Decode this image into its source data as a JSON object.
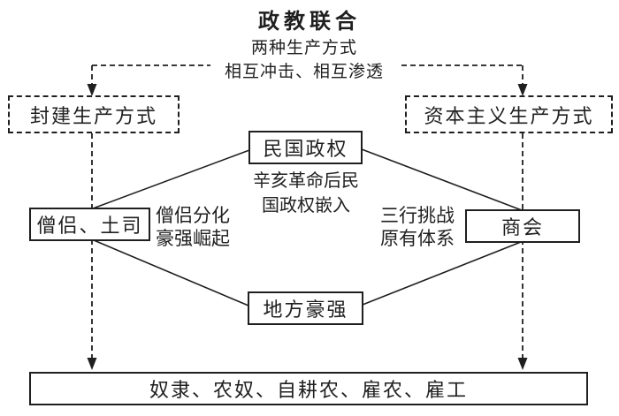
{
  "title": "政教联合",
  "top_note": {
    "line1": "两种生产方式",
    "line2": "相互冲击、相互渗透"
  },
  "nodes": {
    "feudal": {
      "label": "封建生产方式"
    },
    "capitalist": {
      "label": "资本主义生产方式"
    },
    "regime": {
      "label": "民国政权"
    },
    "monks_tusi": {
      "label": "僧侣、土司"
    },
    "chamber": {
      "label": "商会"
    },
    "local_magnates": {
      "label": "地方豪强"
    },
    "social_classes": {
      "label": "奴隶、农奴、自耕农、雇农、雇工"
    }
  },
  "annotations": {
    "regime_note": {
      "line1": "辛亥革命后民",
      "line2": "国政权嵌入"
    },
    "monks_note": {
      "line1": "僧侣分化",
      "line2": "豪强崛起"
    },
    "chamber_note": {
      "line1": "三行挑战",
      "line2": "原有体系"
    }
  },
  "colors": {
    "ink": "#1f1f1f",
    "background": "#ffffff"
  }
}
